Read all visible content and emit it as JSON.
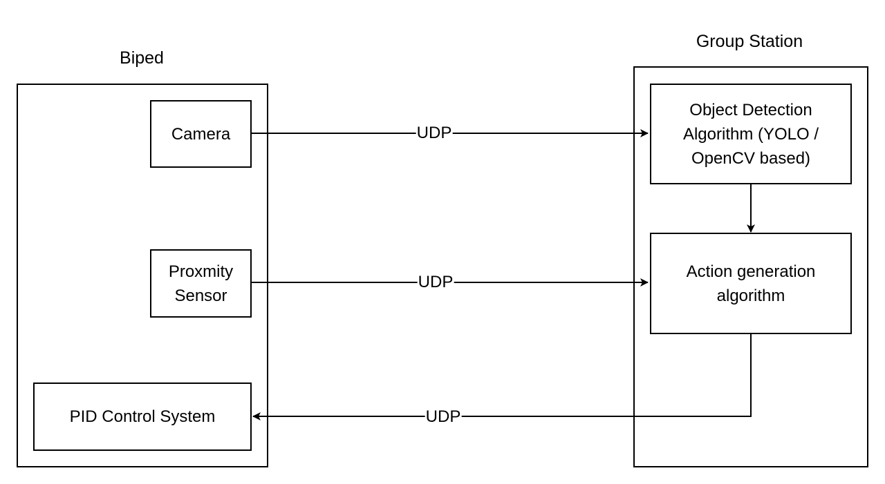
{
  "groups": {
    "biped": {
      "label": "Biped"
    },
    "station": {
      "label": "Group Station"
    }
  },
  "nodes": {
    "camera": {
      "label": "Camera"
    },
    "proximity": {
      "label": "Proxmity Sensor"
    },
    "pid": {
      "label": "PID Control System"
    },
    "object_detection": {
      "label": "Object Detection Algorithm (YOLO / OpenCV based)"
    },
    "action_generation": {
      "label": "Action generation algorithm"
    }
  },
  "edges": [
    {
      "from": "Camera",
      "to": "Object Detection Algorithm (YOLO / OpenCV based)",
      "label": "UDP"
    },
    {
      "from": "Proxmity Sensor",
      "to": "Action generation algorithm",
      "label": "UDP"
    },
    {
      "from": "Object Detection Algorithm (YOLO / OpenCV based)",
      "to": "Action generation algorithm",
      "label": ""
    },
    {
      "from": "Action generation algorithm",
      "to": "PID Control System",
      "label": "UDP"
    }
  ],
  "colors": {
    "stroke": "#000000",
    "background": "#ffffff"
  }
}
